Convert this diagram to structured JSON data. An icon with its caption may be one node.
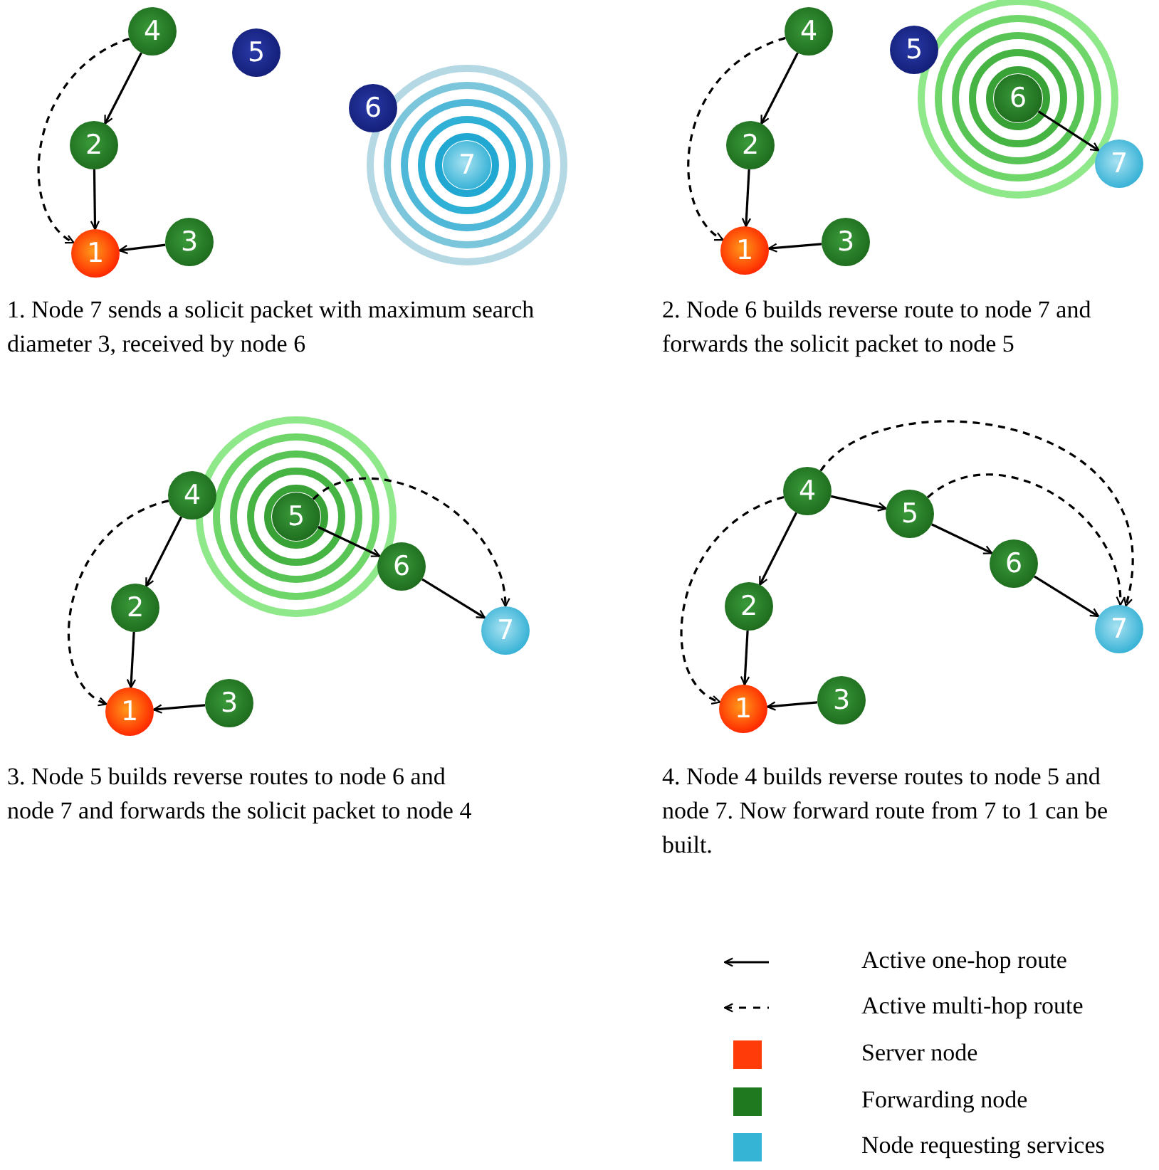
{
  "diagram": {
    "nodes": [
      {
        "text": [
          "1"
        ]
      },
      {
        "text": [
          "2"
        ]
      },
      {
        "text": [
          "3"
        ]
      },
      {
        "text": [
          "4"
        ]
      },
      {
        "text": [
          "5"
        ]
      },
      {
        "text": [
          "6"
        ]
      },
      {
        "text": [
          "7"
        ]
      },
      {
        "text": [
          "1"
        ]
      },
      {
        "text": [
          "2"
        ]
      },
      {
        "text": [
          "3"
        ]
      },
      {
        "text": [
          "4"
        ]
      },
      {
        "text": [
          "5"
        ]
      },
      {
        "text": [
          "6"
        ]
      },
      {
        "text": [
          "7"
        ]
      },
      {
        "text": [
          "1"
        ]
      },
      {
        "text": [
          "2"
        ]
      },
      {
        "text": [
          "3"
        ]
      },
      {
        "text": [
          "4"
        ]
      },
      {
        "text": [
          "5"
        ]
      },
      {
        "text": [
          "6"
        ]
      },
      {
        "text": [
          "7"
        ]
      },
      {
        "text": [
          "1"
        ]
      },
      {
        "text": [
          "2"
        ]
      },
      {
        "text": [
          "3"
        ]
      },
      {
        "text": [
          "4"
        ]
      },
      {
        "text": [
          "5"
        ]
      },
      {
        "text": [
          "6"
        ]
      },
      {
        "text": [
          "7"
        ]
      }
    ],
    "edges": [
      {
        "from": 3,
        "to": 1,
        "arrow": "to"
      },
      {
        "from": 1,
        "to": 0,
        "arrow": "to"
      },
      {
        "from": 2,
        "to": 0,
        "arrow": "to"
      },
      {
        "from": 3,
        "to": 0,
        "arrow": "to",
        "style": "dashed"
      },
      {
        "from": 10,
        "to": 8,
        "arrow": "to"
      },
      {
        "from": 8,
        "to": 7,
        "arrow": "to"
      },
      {
        "from": 9,
        "to": 7,
        "arrow": "to"
      },
      {
        "from": 10,
        "to": 7,
        "arrow": "to",
        "style": "dashed"
      },
      {
        "from": 12,
        "to": 13,
        "arrow": "to"
      },
      {
        "from": 17,
        "to": 15,
        "arrow": "to"
      },
      {
        "from": 15,
        "to": 14,
        "arrow": "to"
      },
      {
        "from": 16,
        "to": 14,
        "arrow": "to"
      },
      {
        "from": 17,
        "to": 14,
        "arrow": "to",
        "style": "dashed"
      },
      {
        "from": 18,
        "to": 19,
        "arrow": "to"
      },
      {
        "from": 19,
        "to": 20,
        "arrow": "to"
      },
      {
        "from": 18,
        "to": 20,
        "arrow": "to",
        "style": "dashed"
      },
      {
        "from": 24,
        "to": 22,
        "arrow": "to"
      },
      {
        "from": 22,
        "to": 21,
        "arrow": "to"
      },
      {
        "from": 23,
        "to": 21,
        "arrow": "to"
      },
      {
        "from": 24,
        "to": 21,
        "arrow": "to",
        "style": "dashed"
      },
      {
        "from": 24,
        "to": 25,
        "arrow": "to"
      },
      {
        "from": 25,
        "to": 26,
        "arrow": "to"
      },
      {
        "from": 26,
        "to": 27,
        "arrow": "to"
      },
      {
        "from": 25,
        "to": 27,
        "arrow": "to",
        "style": "dashed"
      },
      {
        "from": 24,
        "to": 27,
        "arrow": "to",
        "style": "dashed"
      }
    ],
    "labels": [
      "1. Node 7 sends a solicit packet with maximum search diameter 3, received by node 6",
      "2. Node 6 builds reverse route to node 7 and forwards the solicit packet to node 5",
      "3. Node 5 builds reverse routes to node 6 and node 7 and forwards the solicit packet to node 4",
      "4. Node 4 builds reverse routes to node 5 and node 7. Now forward route from 7 to 1 can be built."
    ],
    "legend": [
      {
        "text": "Active one-hop route"
      },
      {
        "text": "Active multi-hop route"
      },
      {
        "text": "Server node",
        "color": "#ff3b0a"
      },
      {
        "text": "Forwarding node",
        "color": "#1f7a1f"
      },
      {
        "text": "Node requesting services",
        "color": "#35b4d6"
      }
    ]
  }
}
